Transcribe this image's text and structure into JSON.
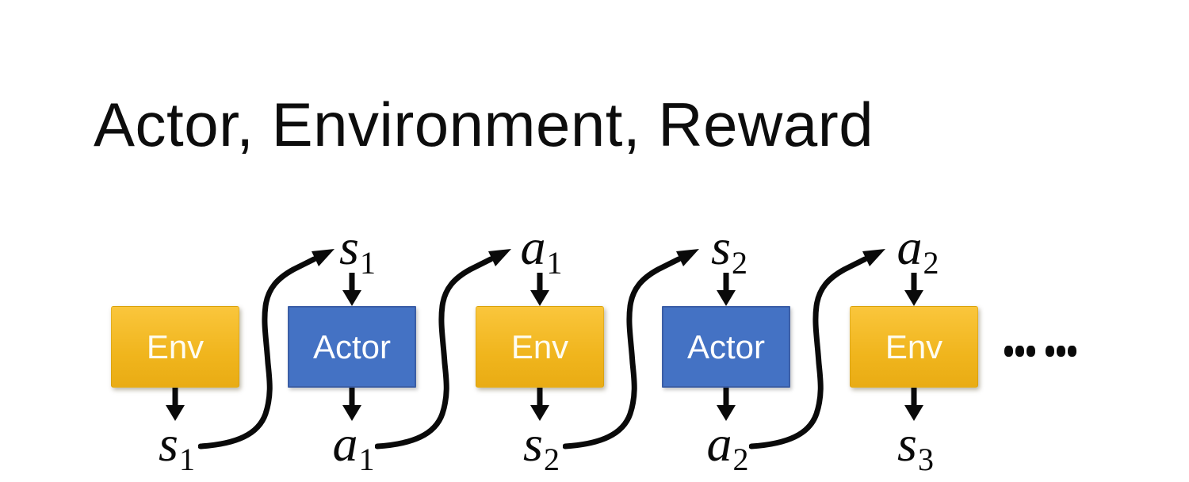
{
  "title": "Actor, Environment, Reward",
  "diagram": {
    "boxes": [
      {
        "label": "Env",
        "type": "env"
      },
      {
        "label": "Actor",
        "type": "actor"
      },
      {
        "label": "Env",
        "type": "env"
      },
      {
        "label": "Actor",
        "type": "actor"
      },
      {
        "label": "Env",
        "type": "env"
      }
    ],
    "top_labels": [
      {
        "base": "s",
        "sub": "1"
      },
      {
        "base": "a",
        "sub": "1"
      },
      {
        "base": "s",
        "sub": "2"
      },
      {
        "base": "a",
        "sub": "2"
      }
    ],
    "bottom_labels": [
      {
        "base": "s",
        "sub": "1"
      },
      {
        "base": "a",
        "sub": "1"
      },
      {
        "base": "s",
        "sub": "2"
      },
      {
        "base": "a",
        "sub": "2"
      },
      {
        "base": "s",
        "sub": "3"
      }
    ],
    "ellipsis": "... ...",
    "colors": {
      "env-top": "#FAC63C",
      "env-mid": "#F0B51D",
      "env-bottom": "#E9AC14",
      "env-text": "#FEFCF0",
      "actor-fill": "#4472C4",
      "actor-border": "#3B5EA6",
      "arrow-color": "#0a0a0a"
    }
  }
}
